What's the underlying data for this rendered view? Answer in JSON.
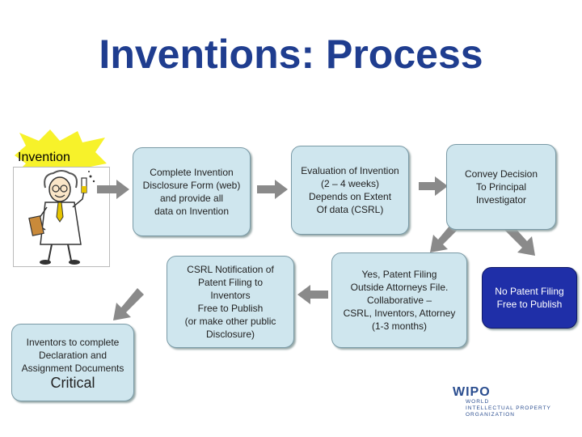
{
  "title": "Inventions: Process",
  "burst_label": "Invention",
  "boxes": {
    "disclosure": "Complete Invention\nDisclosure Form (web)\nand provide all\ndata on Invention",
    "evaluation": "Evaluation of Invention\n(2 – 4 weeks)\nDepends on Extent\nOf data (CSRL)",
    "convey": "Convey Decision\nTo Principal\nInvestigator",
    "yes_filing": "Yes, Patent Filing\nOutside Attorneys File.\nCollaborative –\nCSRL, Inventors, Attorney\n(1-3 months)",
    "no_filing": "No Patent Filing\nFree to Publish",
    "csrl_notification": "CSRL Notification of\nPatent Filing to\nInventors\nFree to Publish\n(or make other public\nDisclosure)",
    "inventors_complete": "Inventors to complete\nDeclaration and\nAssignment Documents",
    "critical": "Critical"
  },
  "logo": {
    "main": "WIPO",
    "sub": "WORLD\nINTELLECTUAL PROPERTY\nORGANIZATION"
  },
  "colors": {
    "title": "#1f3d8f",
    "box_fill": "#cfe6ee",
    "box_dark": "#1f2fa8",
    "burst": "#f7f22a",
    "arrow": "#7a7a7a"
  }
}
